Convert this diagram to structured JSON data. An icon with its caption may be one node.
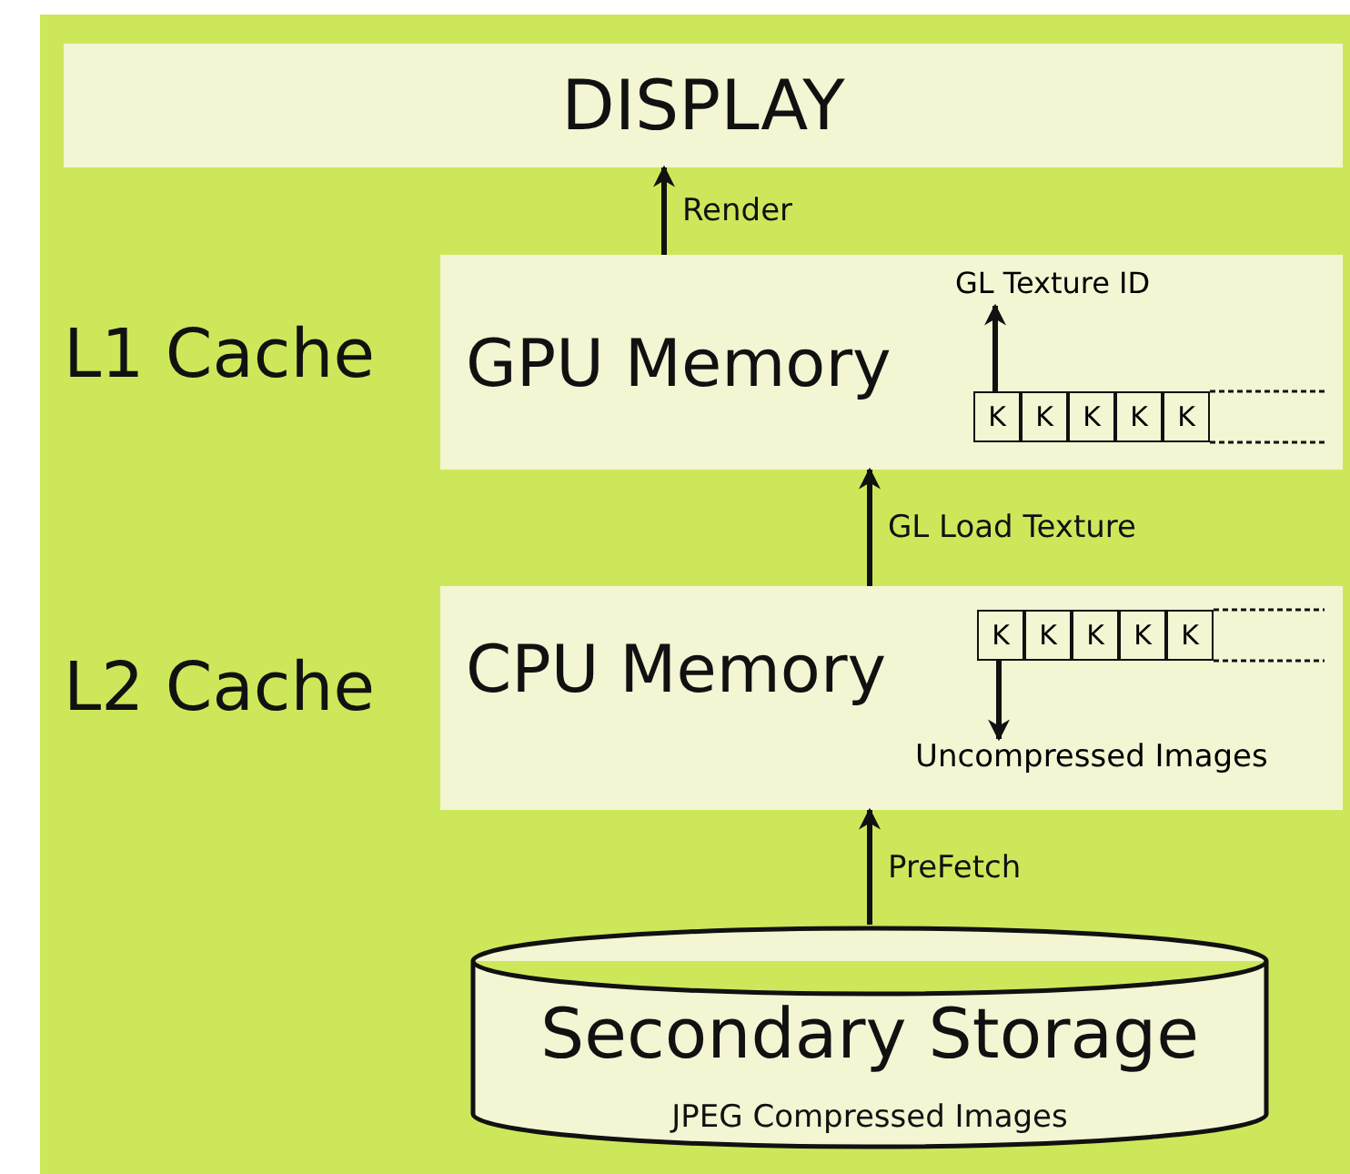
{
  "diagram": {
    "nodes": [
      {
        "text": [
          "DISPLAY"
        ]
      },
      {
        "text": [
          "GPU Memory"
        ]
      },
      {
        "text": [
          "K"
        ],
        "in": 1
      },
      {
        "text": [
          "K"
        ],
        "in": 1
      },
      {
        "text": [
          "K"
        ],
        "in": 1
      },
      {
        "text": [
          "K"
        ],
        "in": 1
      },
      {
        "text": [
          "K"
        ],
        "in": 1
      },
      {
        "text": [
          "GL Texture ID"
        ],
        "in": 1
      },
      {
        "text": [
          "CPU Memory"
        ]
      },
      {
        "text": [
          "K"
        ],
        "in": 8
      },
      {
        "text": [
          "K"
        ],
        "in": 8
      },
      {
        "text": [
          "K"
        ],
        "in": 8
      },
      {
        "text": [
          "K"
        ],
        "in": 8
      },
      {
        "text": [
          "K"
        ],
        "in": 8
      },
      {
        "text": [
          "Uncompressed Images"
        ],
        "in": 8
      },
      {
        "text": [
          "Secondary Storage",
          "JPEG Compressed Images"
        ]
      }
    ],
    "edges": [
      {
        "from": 15,
        "to": 8,
        "arrow": "to",
        "label": "PreFetch"
      },
      {
        "from": 8,
        "to": 1,
        "arrow": "to",
        "label": "GL Load Texture"
      },
      {
        "from": 1,
        "to": 0,
        "arrow": "to",
        "label": "Render"
      },
      {
        "from": 2,
        "to": 7,
        "arrow": "to"
      },
      {
        "from": 9,
        "to": 14,
        "arrow": "to"
      }
    ],
    "labels": [
      "L1 Cache",
      "L2 Cache"
    ]
  }
}
